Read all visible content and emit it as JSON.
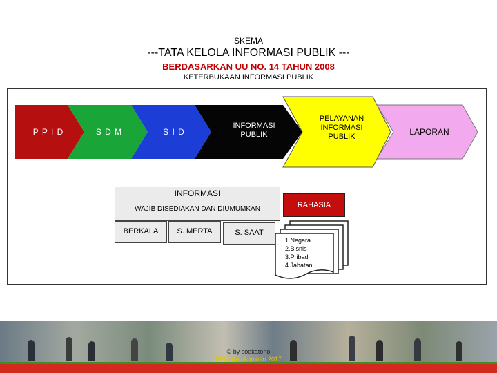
{
  "header": {
    "skema": "SKEMA",
    "title": "---TATA KELOLA INFORMASI PUBLIK ---",
    "subtitle": "BERDASARKAN UU NO. 14 TAHUN 2008",
    "subtitle2": "KETERBUKAAN INFORMASI PUBLIK"
  },
  "flow": [
    {
      "label": "P P I D",
      "color": "#b50f0f",
      "text_color": "#ffffff"
    },
    {
      "label": "S D M",
      "color": "#19a538",
      "text_color": "#ffffff"
    },
    {
      "label": "S I D",
      "color": "#1c3ed6",
      "text_color": "#ffffff"
    },
    {
      "label": "INFORMASI\nPUBLIK",
      "color": "#050505",
      "text_color": "#ffffff"
    },
    {
      "label": "PELAYANAN\nINFORMASI\nPUBLIK",
      "color": "#ffff00",
      "text_color": "#000000"
    },
    {
      "label": "LAPORAN",
      "color": "#f2a9ee",
      "text_color": "#000000"
    }
  ],
  "informasi": {
    "title": "INFORMASI",
    "subtitle": "WAJIB DISEDIAKAN DAN DIUMUMKAN",
    "items": [
      "BERKALA",
      "S. MERTA",
      "S. SAAT"
    ]
  },
  "rahasia": {
    "title": "RAHASIA",
    "list": [
      "1.Negara",
      "2.Bisnis",
      "3.Pribadi",
      "4.Jabatan"
    ]
  },
  "footer": {
    "credit": "© by soekatono",
    "org": "PPID Kemkominfo 2017"
  }
}
